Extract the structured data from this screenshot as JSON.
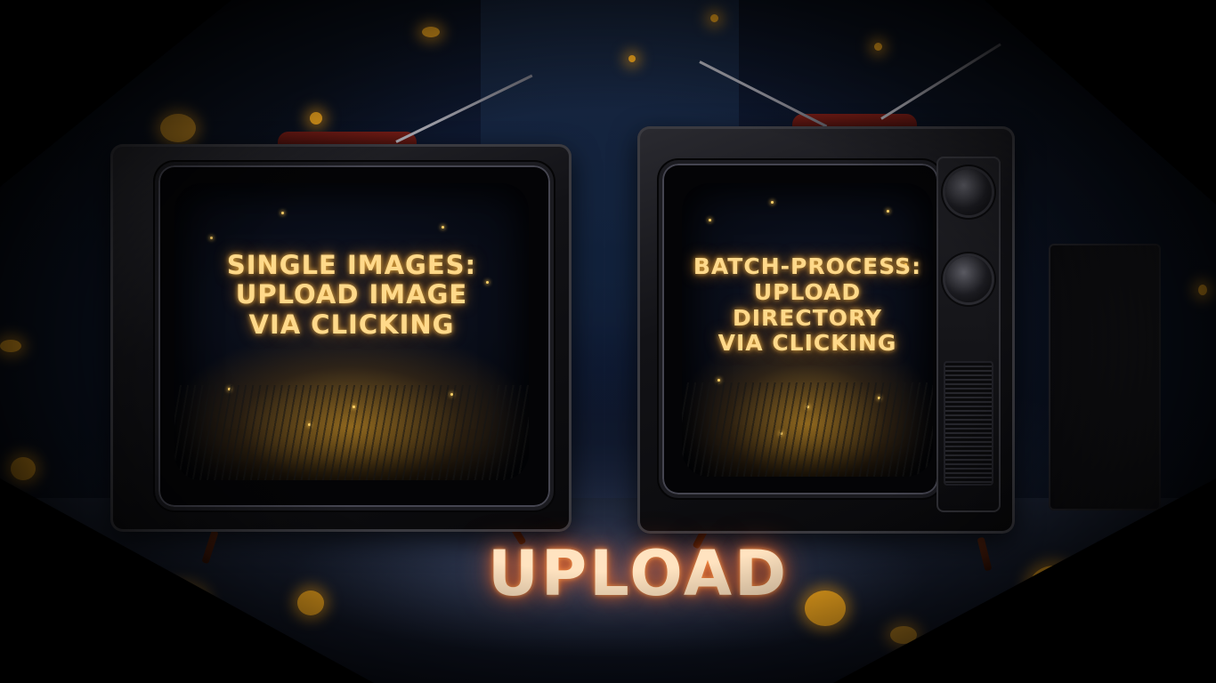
{
  "left_tv": {
    "lines": [
      "SINGLE IMAGES:",
      "UPLOAD IMAGE",
      "VIA CLICKING"
    ]
  },
  "right_tv": {
    "lines": [
      "BATCH-PROCESS:",
      "UPLOAD DIRECTORY",
      "VIA CLICKING"
    ]
  },
  "upload_label": "UPLOAD",
  "colors": {
    "glow_text": "#ffd98a",
    "upload_glow": "#ff8a3c",
    "firefly": "#ffb020",
    "background": "#05070d"
  },
  "icons": {
    "left_tv": "retro-tv-icon",
    "right_tv": "retro-tv-icon"
  }
}
